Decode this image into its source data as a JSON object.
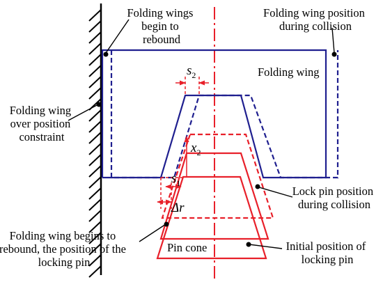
{
  "labels": {
    "rebound_start": [
      "Folding wings",
      "begin to",
      "rebound"
    ],
    "collision_position": [
      "Folding wing position",
      "during collision"
    ],
    "folding_wing": "Folding wing",
    "over_position": [
      "Folding wing",
      "over position",
      "constraint"
    ],
    "lock_pin_collision": [
      "Lock pin position",
      "during collision"
    ],
    "rebound_pin_position": [
      "Folding wing begins to",
      "rebound, the position of the",
      "locking pin"
    ],
    "pin_cone": "Pin cone",
    "initial_pin": [
      "Initial position of",
      "locking pin"
    ]
  },
  "symbols": {
    "s2_base": "s",
    "s2_sub": "2",
    "x2_base": "x",
    "x2_sub": "2",
    "s1_base": "s",
    "s1_sub": "1",
    "dr": "Δr"
  },
  "colors": {
    "wing": "#1f1f8f",
    "pin": "#e8202a",
    "ink": "#000000"
  }
}
